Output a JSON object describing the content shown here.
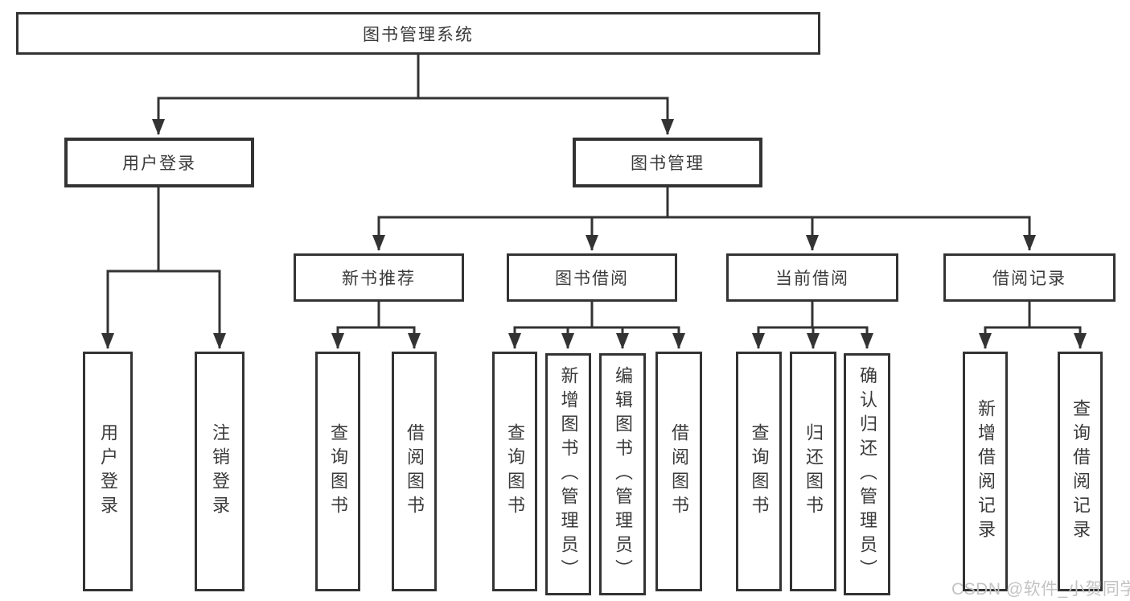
{
  "diagram": {
    "title": "图书管理系统",
    "watermark": "CSDN @软件_小贺同学",
    "colors": {
      "background": "#ffffff",
      "line": "#333333",
      "box_border": "#333333",
      "text": "#3a3a3a",
      "watermark": "#c3c3c3"
    },
    "root": {
      "label": "图书管理系统"
    },
    "level2": [
      {
        "id": "user-login",
        "label": "用户登录"
      },
      {
        "id": "book-management",
        "label": "图书管理"
      }
    ],
    "level3": [
      {
        "id": "new-book-recommend",
        "label": "新书推荐",
        "parent": "book-management"
      },
      {
        "id": "book-borrow",
        "label": "图书借阅",
        "parent": "book-management"
      },
      {
        "id": "current-borrow",
        "label": "当前借阅",
        "parent": "book-management"
      },
      {
        "id": "borrow-records",
        "label": "借阅记录",
        "parent": "book-management"
      }
    ],
    "leaves": [
      {
        "id": "leaf-user-login",
        "label": "用户登录",
        "parent": "user-login"
      },
      {
        "id": "leaf-logout",
        "label": "注销登录",
        "parent": "user-login"
      },
      {
        "id": "leaf-query-books-recommend",
        "label": "查询图书",
        "parent": "new-book-recommend"
      },
      {
        "id": "leaf-borrow-books-recommend",
        "label": "借阅图书",
        "parent": "new-book-recommend"
      },
      {
        "id": "leaf-query-books-borrow",
        "label": "查询图书",
        "parent": "book-borrow"
      },
      {
        "id": "leaf-add-books-admin",
        "label": "新增图书（管理员）",
        "parent": "book-borrow"
      },
      {
        "id": "leaf-edit-books-admin",
        "label": "编辑图书（管理员）",
        "parent": "book-borrow"
      },
      {
        "id": "leaf-borrow-books-borrow",
        "label": "借阅图书",
        "parent": "book-borrow"
      },
      {
        "id": "leaf-query-books-current",
        "label": "查询图书",
        "parent": "current-borrow"
      },
      {
        "id": "leaf-return-books",
        "label": "归还图书",
        "parent": "current-borrow"
      },
      {
        "id": "leaf-confirm-return-admin",
        "label": "确认归还（管理员）",
        "parent": "current-borrow"
      },
      {
        "id": "leaf-add-borrow-record",
        "label": "新增借阅记录",
        "parent": "borrow-records"
      },
      {
        "id": "leaf-query-borrow-record",
        "label": "查询借阅记录",
        "parent": "borrow-records"
      }
    ]
  }
}
